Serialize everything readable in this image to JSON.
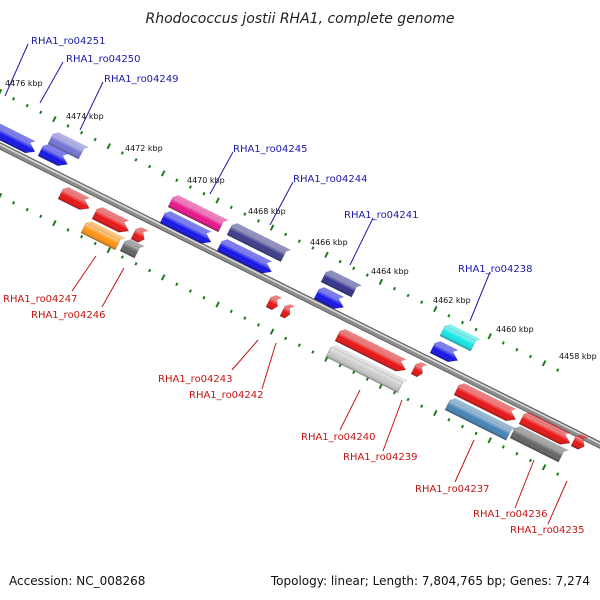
{
  "title": "Rhodococcus jostii RHA1, complete genome",
  "footer": {
    "accession": "Accession: NC_008268",
    "summary": "Topology: linear; Length: 7,804,765 bp; Genes: 7,274"
  },
  "ticks": [
    "4476 kbp",
    "4474 kbp",
    "4472 kbp",
    "4470 kbp",
    "4468 kbp",
    "4466 kbp",
    "4464 kbp",
    "4462 kbp",
    "4460 kbp",
    "4458 kbp"
  ],
  "genes_top": [
    "RHA1_ro04251",
    "RHA1_ro04250",
    "RHA1_ro04249",
    "RHA1_ro04245",
    "RHA1_ro04244",
    "RHA1_ro04241",
    "RHA1_ro04238"
  ],
  "genes_bottom": [
    "RHA1_ro04247",
    "RHA1_ro04246",
    "RHA1_ro04243",
    "RHA1_ro04242",
    "RHA1_ro04240",
    "RHA1_ro04239",
    "RHA1_ro04237",
    "RHA1_ro04236",
    "RHA1_ro04235"
  ],
  "colors": {
    "blue": "#1414e6",
    "purple": "#7373d6",
    "magenta": "#e6148c",
    "dark_purple": "#3c3c8c",
    "navy": "#32328c",
    "cyan": "#14e6e6",
    "red": "#e61414",
    "orange": "#ff9414",
    "dark_grey": "#646464",
    "light_grey": "#c8c8c8",
    "steel_blue": "#4682b4",
    "tick_green": "#1e7a1e",
    "label_blue": "#1a1aa8",
    "label_red": "#c41414"
  }
}
